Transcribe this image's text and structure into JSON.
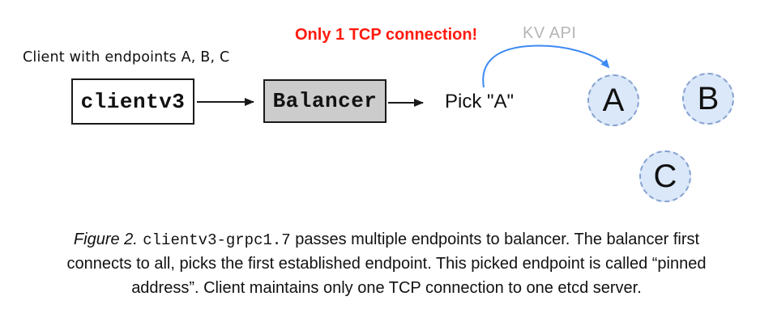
{
  "diagram": {
    "client_label": "Client with endpoints A, B, C",
    "clientv3_box_label": "clientv3",
    "balancer_box_label": "Balancer",
    "pick_label": "Pick \"A\"",
    "tcp_note": "Only 1 TCP connection!",
    "kv_api_label": "KV API",
    "endpoints": [
      {
        "label": "A",
        "pinned": true
      },
      {
        "label": "B",
        "pinned": false
      },
      {
        "label": "C",
        "pinned": false
      }
    ],
    "colors": {
      "note_red": "#ff1a0e",
      "kv_api_gray": "#b5b5b5",
      "arrow_blue": "#3e8af4",
      "arrow_black": "#1a1a1a",
      "balancer_fill": "#cccccc",
      "endpoint_fill": "#dbe8f9",
      "endpoint_border": "#85a0d0"
    }
  },
  "caption": {
    "figure_label": "Figure 2.",
    "code": "clientv3-grpc1.7",
    "line1_rest": " passes multiple endpoints to balancer. The balancer first",
    "line2": "connects to all, picks the first established endpoint. This picked endpoint is called “pinned",
    "line3": "address”. Client maintains only one TCP connection to one etcd server."
  }
}
